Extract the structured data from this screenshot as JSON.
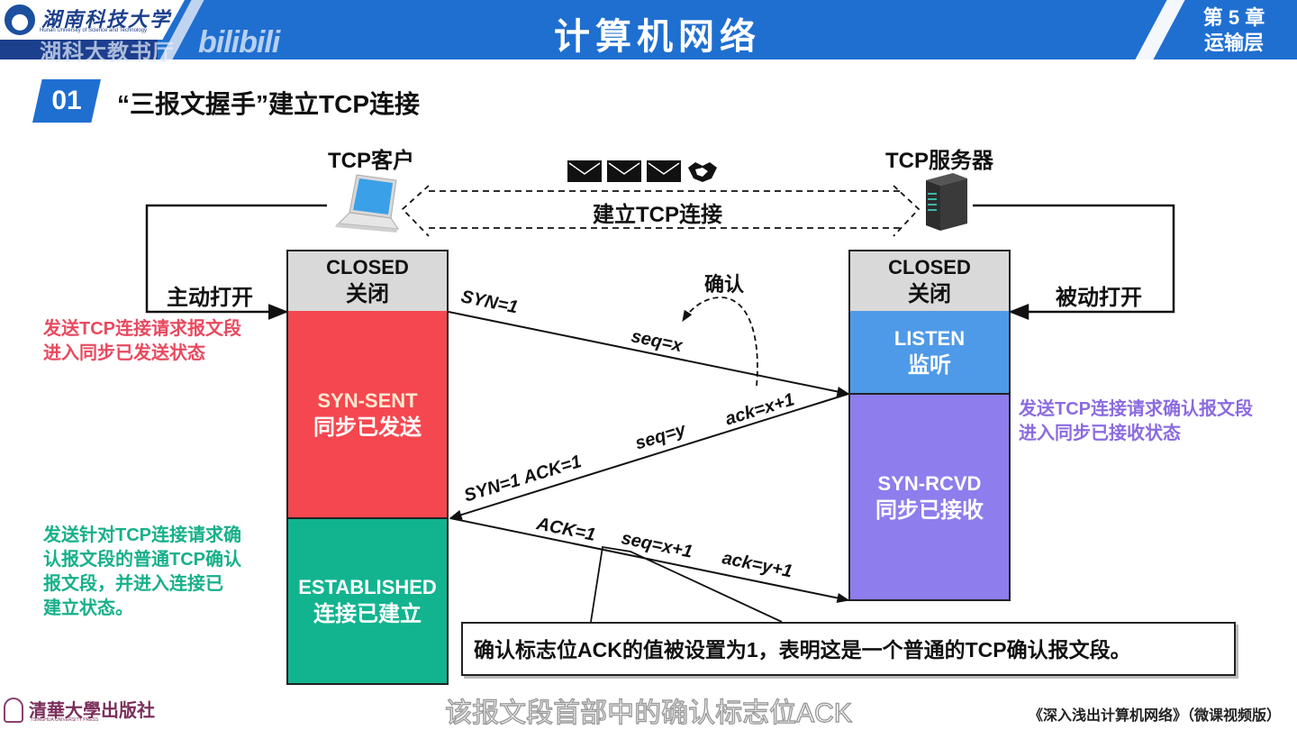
{
  "header": {
    "university_name": "湖南科技大学",
    "university_en": "Hunan University of Science and Technology",
    "watermark_hall": "湖科大教书厅",
    "watermark_bili": "bilibili",
    "course_title": "计算机网络",
    "chapter_line1": "第 5 章",
    "chapter_line2": "运输层"
  },
  "section": {
    "number": "01",
    "title": "“三报文握手”建立TCP连接"
  },
  "nodes": {
    "client": "TCP客户",
    "server": "TCP服务器",
    "connection_label": "建立TCP连接",
    "active_open": "主动打开",
    "passive_open": "被动打开",
    "confirm_label": "确认"
  },
  "icons": {
    "client": "laptop-icon",
    "server": "server-icon",
    "messages": [
      "envelope-icon",
      "envelope-icon",
      "envelope-icon"
    ],
    "handshake": "handshake-icon"
  },
  "client_states": [
    {
      "en": "CLOSED",
      "zh": "关闭",
      "color": "#d9d9d9"
    },
    {
      "en": "SYN-SENT",
      "zh": "同步已发送",
      "color": "#f5474f"
    },
    {
      "en": "ESTABLISHED",
      "zh": "连接已建立",
      "color": "#12b48f"
    }
  ],
  "server_states": [
    {
      "en": "CLOSED",
      "zh": "关闭",
      "color": "#d9d9d9"
    },
    {
      "en": "LISTEN",
      "zh": "监听",
      "color": "#4f9ae8"
    },
    {
      "en": "SYN-RCVD",
      "zh": "同步已接收",
      "color": "#8e7ded"
    }
  ],
  "messages": {
    "m1": {
      "syn": "SYN=1",
      "seq": "seq=x"
    },
    "m2": {
      "flags": "SYN=1  ACK=1",
      "seq": "seq=y",
      "ack": "ack=x+1"
    },
    "m3": {
      "flags": "ACK=1",
      "seq": "seq=x+1",
      "ack": "ack=y+1"
    }
  },
  "notes": {
    "client_syn": [
      "发送TCP连接请求报文段",
      "进入同步已发送状态"
    ],
    "server_synack": [
      "发送TCP连接请求确认报文段",
      "进入同步已接收状态"
    ],
    "client_ack": [
      "发送针对TCP连接请求确",
      "认报文段的普通TCP确认",
      "报文段，并进入连接已",
      "建立状态。"
    ]
  },
  "callout": "确认标志位ACK的值被设置为1，表明这是一个普通的TCP确认报文段。",
  "footer": {
    "publisher": "清華大學出版社",
    "publisher_en": "TSINGHUA UNIVERSITY PRESS",
    "subtitle": "该报文段首部中的确认标志位ACK",
    "book": "《深入浅出计算机网络》（微课视频版）"
  }
}
